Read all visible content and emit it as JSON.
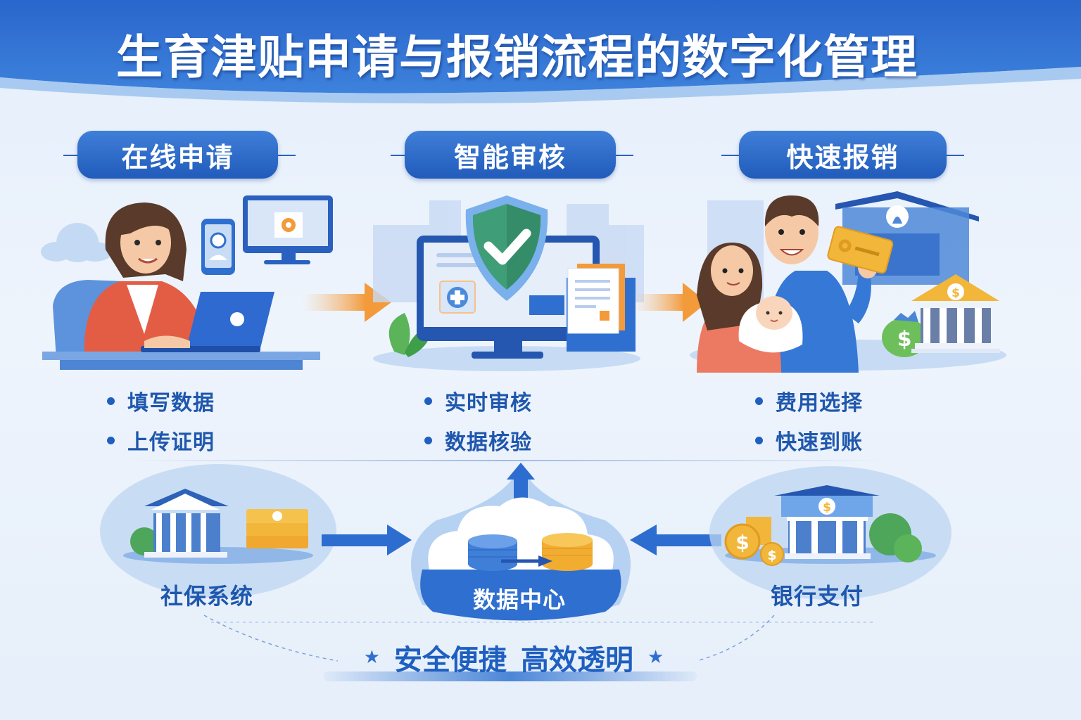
{
  "header": {
    "title": "生育津贴申请与报销流程的数字化管理",
    "banner_color": "#2e6cd0"
  },
  "steps": [
    {
      "label": "在线申请",
      "bullets": [
        "填写数据",
        "上传证明"
      ],
      "illustration": "woman-at-laptop"
    },
    {
      "label": "智能审核",
      "bullets": [
        "实时审核",
        "数据核验"
      ],
      "illustration": "shield-check-monitor"
    },
    {
      "label": "快速报销",
      "bullets": [
        "费用选择",
        "快速到账"
      ],
      "illustration": "family-with-card-bank"
    }
  ],
  "nodes": {
    "left": {
      "label": "社保系统",
      "icon": "government-building-icon"
    },
    "center": {
      "label": "数据中心",
      "icon": "cloud-database-icon"
    },
    "right": {
      "label": "银行支付",
      "icon": "bank-coins-icon"
    }
  },
  "tagline": {
    "left": "安全便捷",
    "right": "高效透明"
  },
  "colors": {
    "primary": "#2a63c4",
    "accent_orange": "#f39a3a",
    "shield_green": "#3f9e78",
    "coin_gold": "#f2b63a",
    "background": "#eaf2fc"
  }
}
